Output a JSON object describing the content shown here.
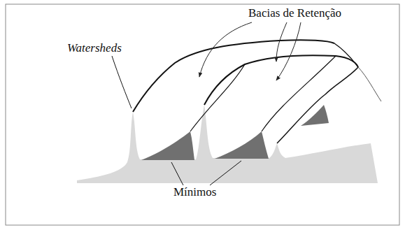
{
  "diagram": {
    "labels": [
      "Bacias de Retenção",
      "Watersheds",
      "Mínimos"
    ]
  }
}
